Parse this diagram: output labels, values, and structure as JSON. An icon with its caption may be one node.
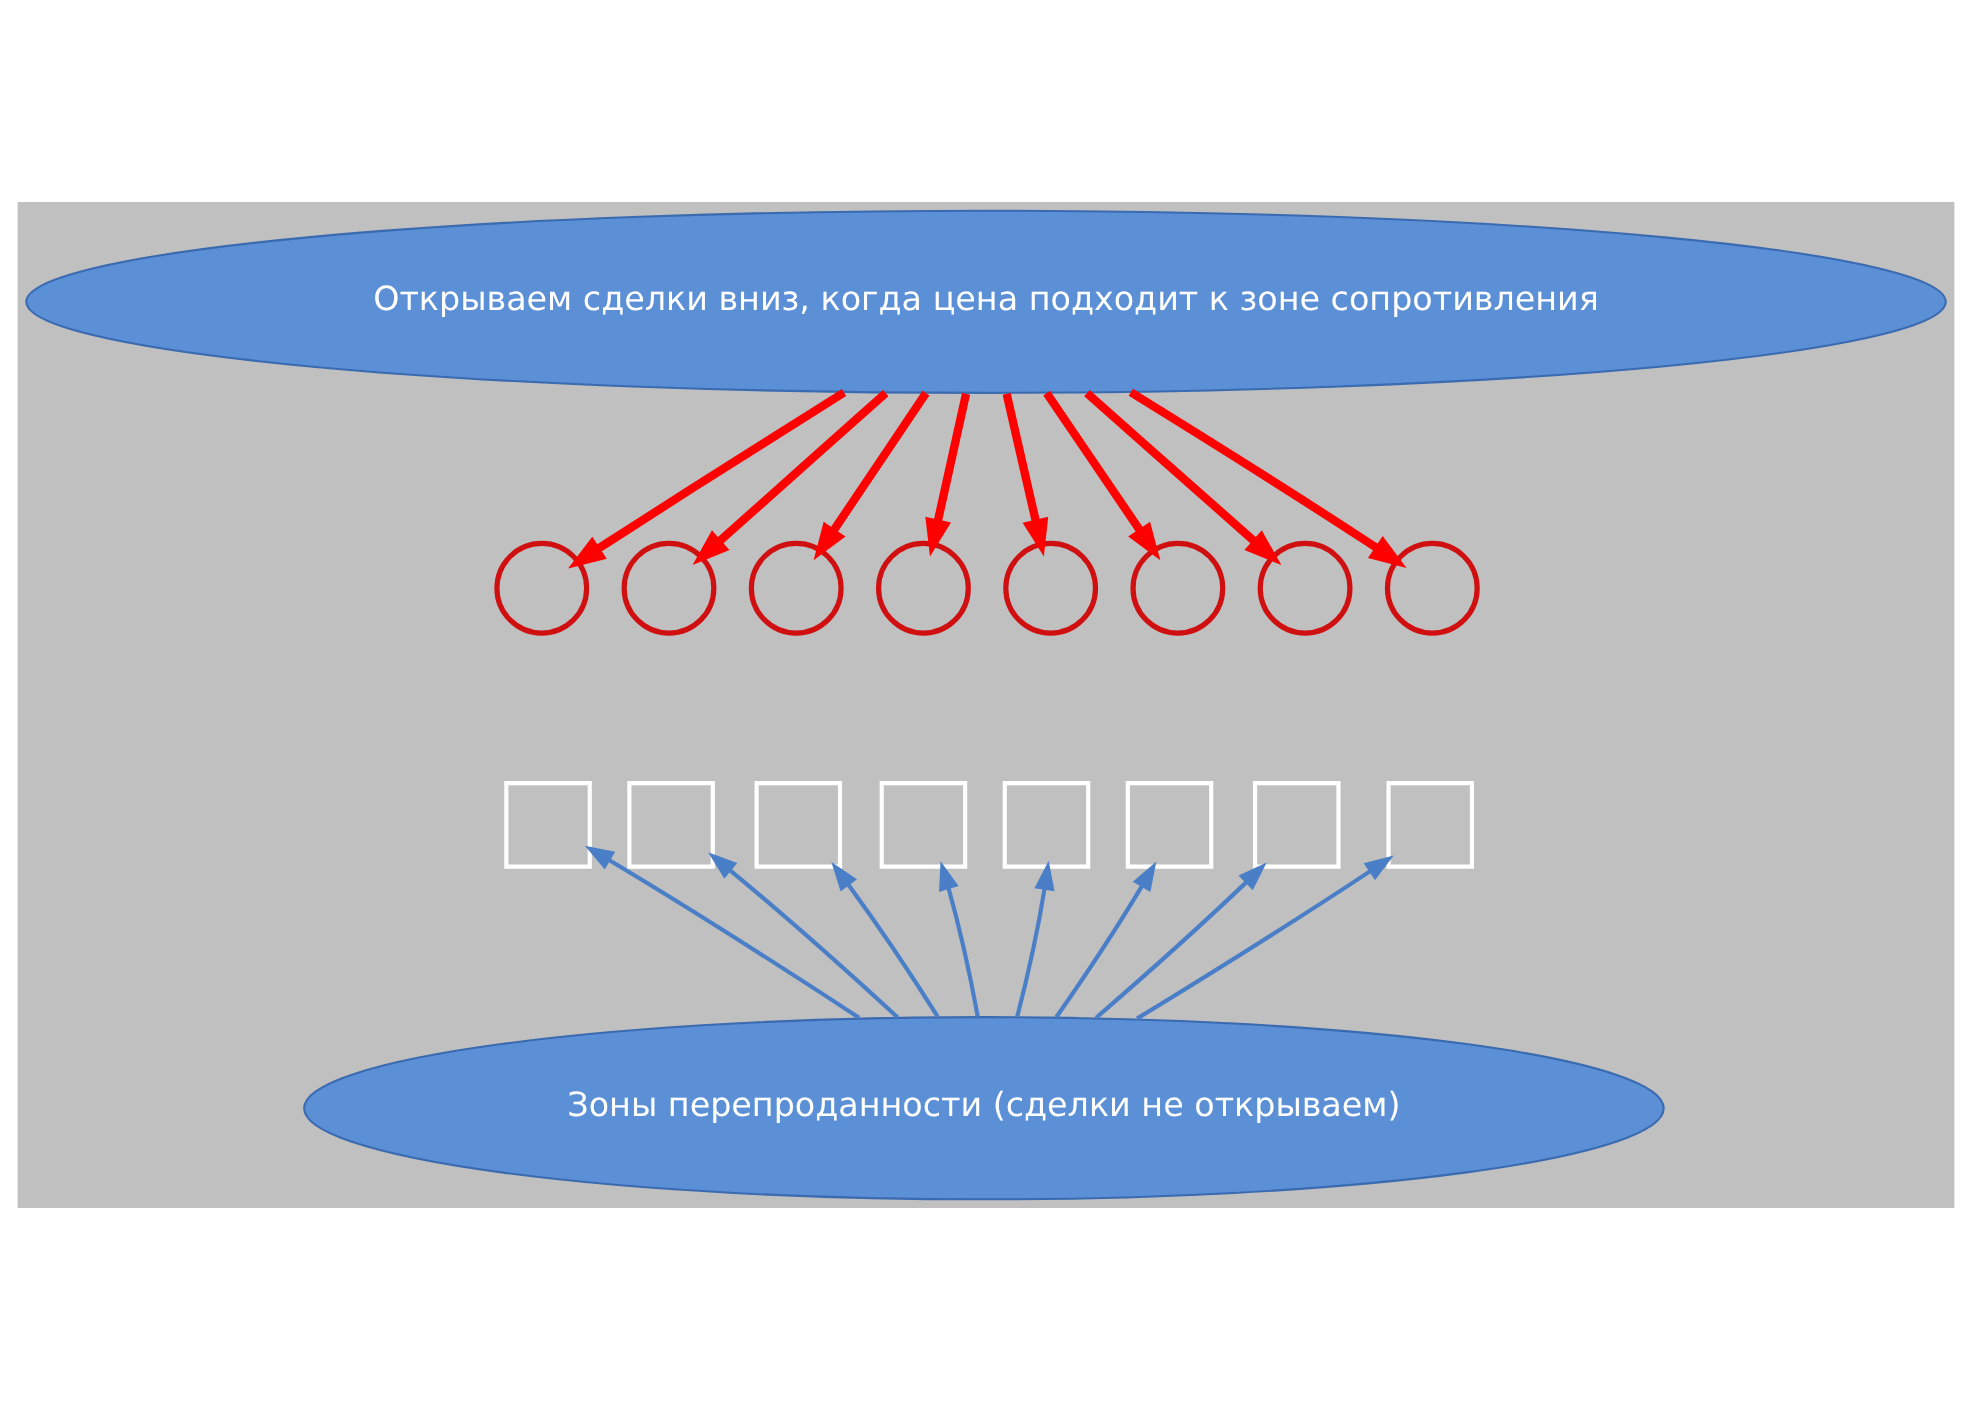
{
  "diagram": {
    "nodes": [
      {
        "text": [
          "Открываем сделки вниз, когда цена подходит к зоне сопротивления"
        ]
      },
      {
        "text": [
          "Зоны перепроданности (сделки не открываем)"
        ]
      },
      {
        "text": [],
        "shape": "circle"
      },
      {
        "text": [],
        "shape": "circle"
      },
      {
        "text": [],
        "shape": "circle"
      },
      {
        "text": [],
        "shape": "circle"
      },
      {
        "text": [],
        "shape": "circle"
      },
      {
        "text": [],
        "shape": "circle"
      },
      {
        "text": [],
        "shape": "circle"
      },
      {
        "text": [],
        "shape": "circle"
      },
      {
        "text": [],
        "shape": "box"
      },
      {
        "text": [],
        "shape": "box"
      },
      {
        "text": [],
        "shape": "box"
      },
      {
        "text": [],
        "shape": "box"
      },
      {
        "text": [],
        "shape": "box"
      },
      {
        "text": [],
        "shape": "box"
      },
      {
        "text": [],
        "shape": "box"
      },
      {
        "text": [],
        "shape": "box"
      }
    ],
    "edges": [
      {
        "from": 0,
        "to": 2,
        "arrow": "to",
        "style": "thick",
        "color": "#ff0000"
      },
      {
        "from": 0,
        "to": 3,
        "arrow": "to",
        "style": "thick",
        "color": "#ff0000"
      },
      {
        "from": 0,
        "to": 4,
        "arrow": "to",
        "style": "thick",
        "color": "#ff0000"
      },
      {
        "from": 0,
        "to": 5,
        "arrow": "to",
        "style": "thick",
        "color": "#ff0000"
      },
      {
        "from": 0,
        "to": 6,
        "arrow": "to",
        "style": "thick",
        "color": "#ff0000"
      },
      {
        "from": 0,
        "to": 7,
        "arrow": "to",
        "style": "thick",
        "color": "#ff0000"
      },
      {
        "from": 0,
        "to": 8,
        "arrow": "to",
        "style": "thick",
        "color": "#ff0000"
      },
      {
        "from": 0,
        "to": 9,
        "arrow": "to",
        "style": "thick",
        "color": "#ff0000"
      },
      {
        "from": 1,
        "to": 10,
        "arrow": "to",
        "color": "#4a7fc8"
      },
      {
        "from": 1,
        "to": 11,
        "arrow": "to",
        "color": "#4a7fc8"
      },
      {
        "from": 1,
        "to": 12,
        "arrow": "to",
        "color": "#4a7fc8"
      },
      {
        "from": 1,
        "to": 13,
        "arrow": "to",
        "color": "#4a7fc8"
      },
      {
        "from": 1,
        "to": 14,
        "arrow": "to",
        "color": "#4a7fc8"
      },
      {
        "from": 1,
        "to": 15,
        "arrow": "to",
        "color": "#4a7fc8"
      },
      {
        "from": 1,
        "to": 16,
        "arrow": "to",
        "color": "#4a7fc8"
      },
      {
        "from": 1,
        "to": 17,
        "arrow": "to",
        "color": "#4a7fc8"
      }
    ]
  }
}
